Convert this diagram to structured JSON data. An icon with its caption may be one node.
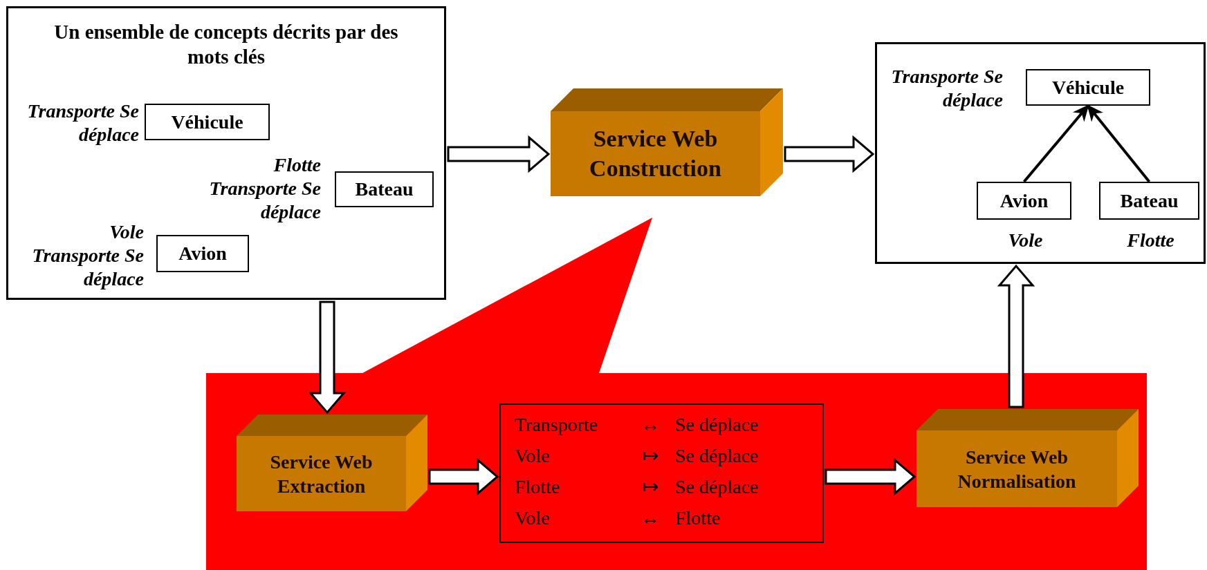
{
  "diagram": {
    "nodes": [
      {
        "text": [
          "Un ensemble de concepts décrits par des mots clés"
        ]
      },
      {
        "text": [
          "Véhicule"
        ],
        "in": 0,
        "beside": [
          "Transporte Se déplace"
        ]
      },
      {
        "text": [
          "Bateau"
        ],
        "in": 0,
        "beside": [
          "Flotte Transporte Se déplace"
        ]
      },
      {
        "text": [
          "Avion"
        ],
        "in": 0,
        "beside": [
          "Vole Transporte Se déplace"
        ]
      },
      {
        "text": [
          "Service Web Construction"
        ]
      },
      {
        "text": [],
        "shape": "box"
      },
      {
        "text": [
          "Véhicule"
        ],
        "in": 5,
        "beside": [
          "Transporte Se déplace"
        ]
      },
      {
        "text": [
          "Avion"
        ],
        "in": 5,
        "beside": [
          "Vole"
        ]
      },
      {
        "text": [
          "Bateau"
        ],
        "in": 5,
        "beside": [
          "Flotte"
        ]
      },
      {
        "text": [],
        "shape": "callout"
      },
      {
        "text": [
          "Service Web Extraction"
        ],
        "in": 9
      },
      {
        "text": [
          "Transporte",
          "↔",
          "Se déplace",
          "Vole",
          "↦",
          "Se déplace",
          "Flotte",
          "↦",
          "Se déplace",
          "Vole",
          "↔",
          "Flotte"
        ],
        "in": 9
      },
      {
        "text": [
          "Service Web Normalisation"
        ],
        "in": 9
      }
    ],
    "edges": [
      {
        "from": 0,
        "to": 4,
        "arrow": "to"
      },
      {
        "from": 4,
        "to": 5,
        "arrow": "to"
      },
      {
        "from": 7,
        "to": 6,
        "arrow": "to"
      },
      {
        "from": 8,
        "to": 6,
        "arrow": "to"
      },
      {
        "from": 0,
        "to": 10,
        "arrow": "to"
      },
      {
        "from": 10,
        "to": 11,
        "arrow": "to"
      },
      {
        "from": 11,
        "to": 12,
        "arrow": "to"
      },
      {
        "from": 12,
        "to": 5,
        "arrow": "to"
      }
    ]
  }
}
